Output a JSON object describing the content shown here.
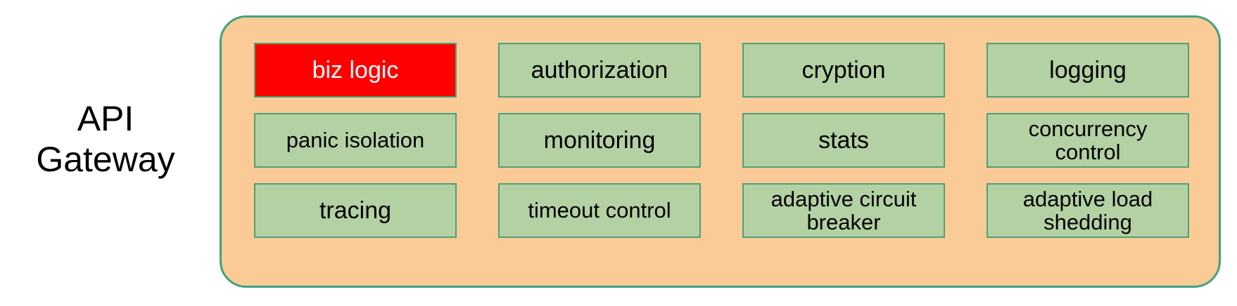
{
  "diagram": {
    "title": "API Gateway",
    "side_label": "API\nGateway",
    "colors": {
      "container_fill": "#FBCB97",
      "container_border": "#3FA37A",
      "box_fill": "#B3D1A3",
      "box_border": "#4CA178",
      "highlight_fill": "#FF0000",
      "highlight_text": "#FFFFFF",
      "text": "#000000",
      "page_background": "#FFFFFF"
    },
    "grid": {
      "rows": 3,
      "columns": 4
    },
    "components": [
      {
        "label": "biz logic",
        "highlighted": true,
        "lines": 1
      },
      {
        "label": "authorization",
        "highlighted": false,
        "lines": 1
      },
      {
        "label": "cryption",
        "highlighted": false,
        "lines": 1
      },
      {
        "label": "logging",
        "highlighted": false,
        "lines": 1
      },
      {
        "label": "panic isolation",
        "highlighted": false,
        "lines": 1
      },
      {
        "label": "monitoring",
        "highlighted": false,
        "lines": 1
      },
      {
        "label": "stats",
        "highlighted": false,
        "lines": 1
      },
      {
        "label": "concurrency\ncontrol",
        "highlighted": false,
        "lines": 2
      },
      {
        "label": "tracing",
        "highlighted": false,
        "lines": 1
      },
      {
        "label": "timeout control",
        "highlighted": false,
        "lines": 1
      },
      {
        "label": "adaptive circuit\nbreaker",
        "highlighted": false,
        "lines": 2
      },
      {
        "label": "adaptive load\nshedding",
        "highlighted": false,
        "lines": 2
      }
    ]
  }
}
